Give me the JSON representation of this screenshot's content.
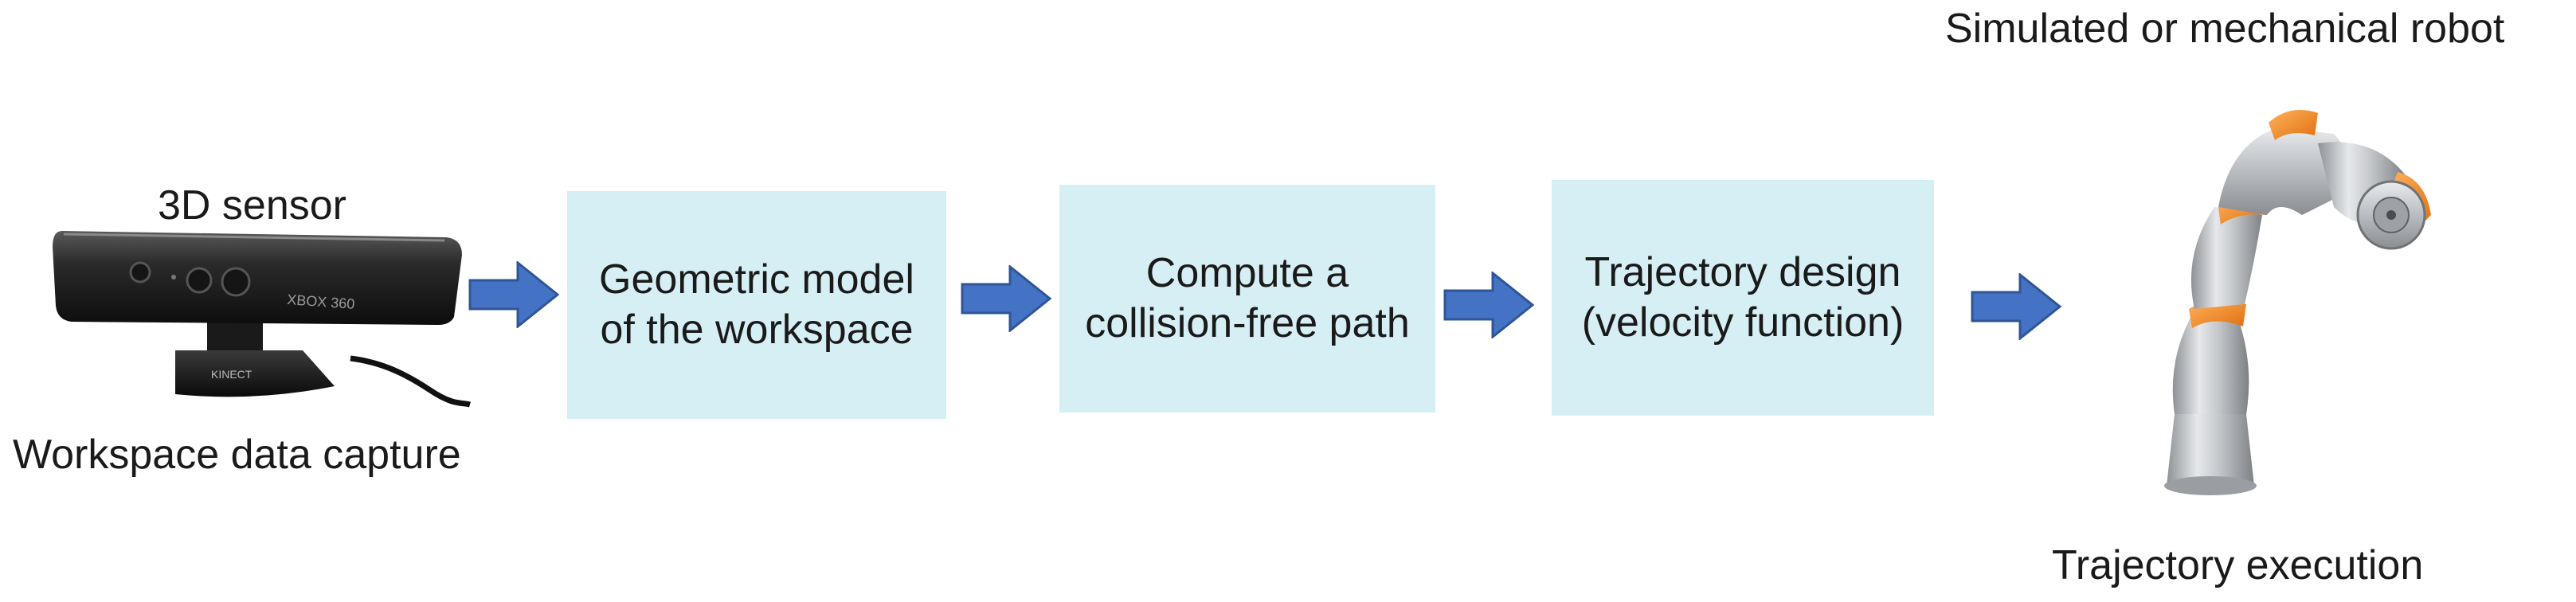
{
  "sensor": {
    "top_label": "3D sensor",
    "bottom_label": "Workspace data capture",
    "device_text": "XBOX 360",
    "base_text": "KINECT"
  },
  "steps": [
    {
      "line1": "Geometric model",
      "line2": "of the workspace"
    },
    {
      "line1": "Compute a",
      "line2": "collision-free path"
    },
    {
      "line1": "Trajectory design",
      "line2": "(velocity function)"
    }
  ],
  "robot": {
    "top_label": "Simulated or mechanical robot",
    "bottom_label": "Trajectory execution"
  },
  "colors": {
    "box_fill": "#d6eff4",
    "arrow_fill": "#4472c4",
    "robot_accent": "#f08a24"
  },
  "icons": [
    "kinect-sensor-icon",
    "arrow-right-icon",
    "robot-arm-icon"
  ]
}
